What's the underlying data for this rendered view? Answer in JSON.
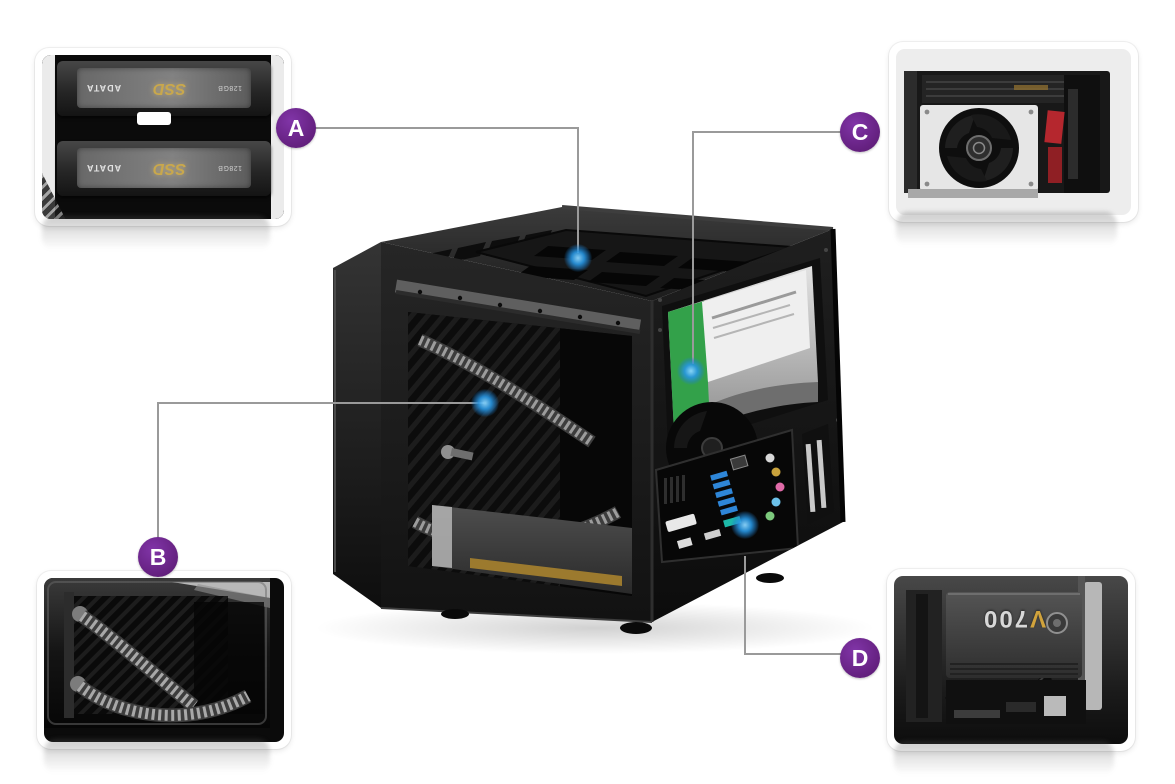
{
  "colors": {
    "background": "#ffffff",
    "badge_fill": "#6b2290",
    "badge_text": "#ffffff",
    "leader_line": "#9a9a9a",
    "highlight_dot": "#2896e2",
    "ssd_gold": "#c9a84c",
    "v700_gold": "#d1a33c",
    "hdd_label_green": "#33a14a"
  },
  "callouts": [
    {
      "label": "A",
      "target": "top-ssd-mounting-tray"
    },
    {
      "label": "B",
      "target": "side-radiator-and-tubing"
    },
    {
      "label": "C",
      "target": "hdd-and-fan-bay"
    },
    {
      "label": "D",
      "target": "rear-io-panel"
    }
  ],
  "insets": {
    "ssd": {
      "name": "dual-ssd-bracket-photo",
      "brand": "ADATA",
      "product_label": "SSD"
    },
    "radiator": {
      "name": "liquid-cooler-radiator-coiled-tubing-photo"
    },
    "psu_fan": {
      "name": "power-supply-fan-bay-photo"
    },
    "v700": {
      "name": "v700-power-supply-installed-photo",
      "model_label": "V700"
    }
  }
}
